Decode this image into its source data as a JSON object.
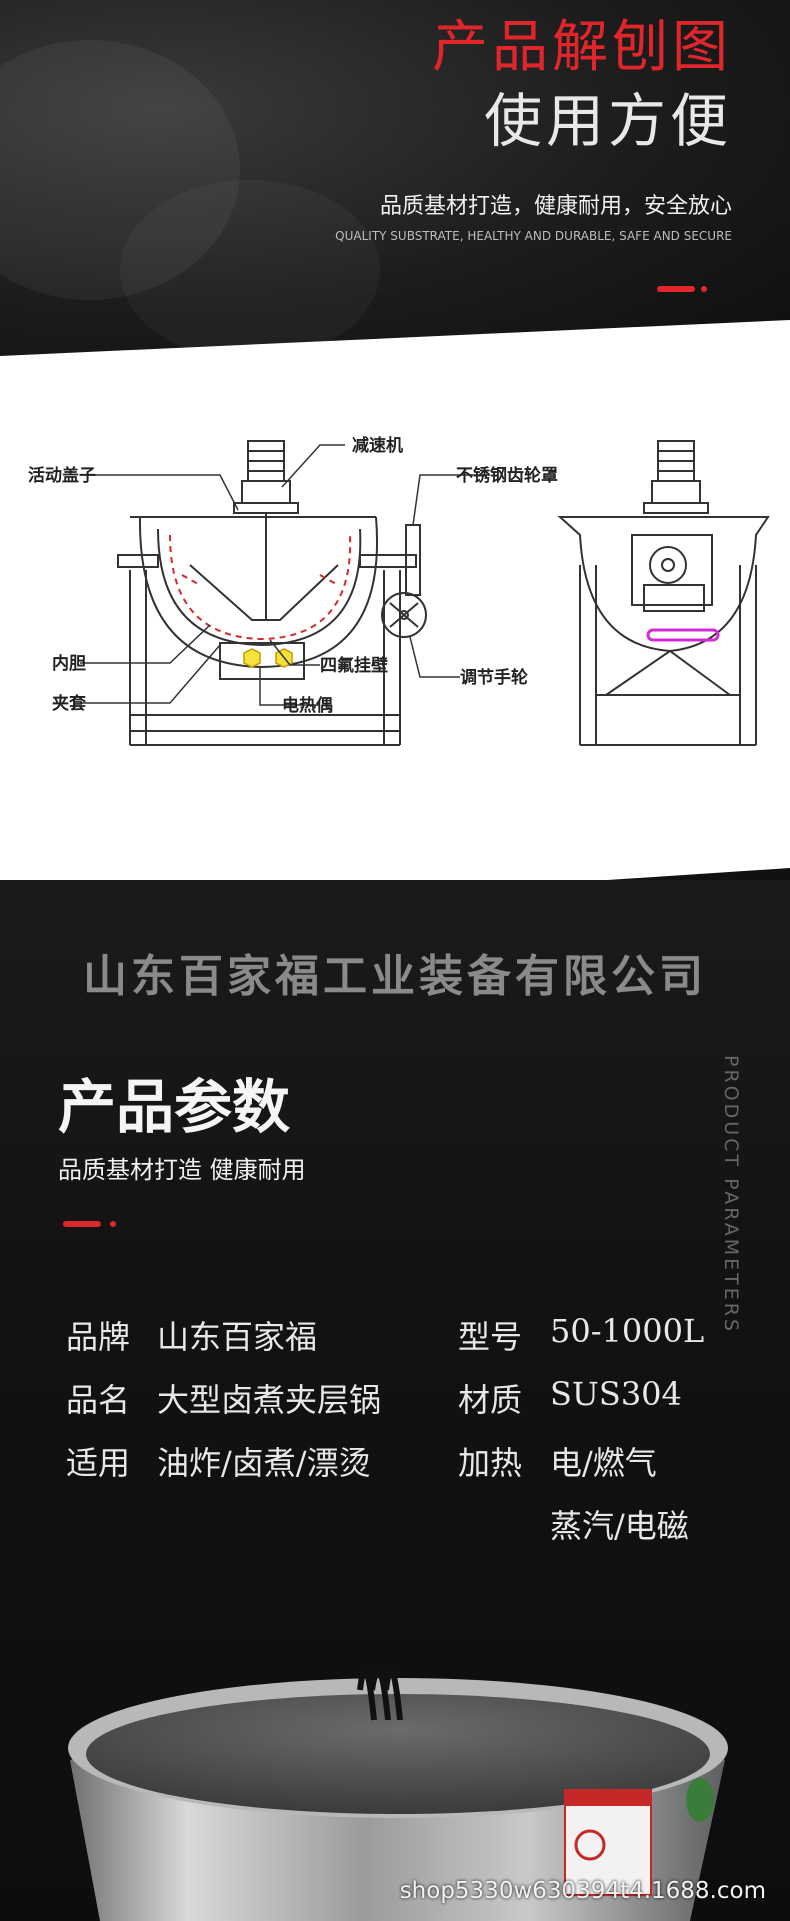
{
  "header": {
    "title_red": "产品解刨图",
    "title_white": "使用方便",
    "subtitle": "品质基材打造，健康耐用，安全放心",
    "subtitle_en": "QUALITY SUBSTRATE, HEALTHY AND DURABLE, SAFE AND SECURE"
  },
  "diagram": {
    "labels": {
      "lid": "活动盖子",
      "reducer": "减速机",
      "gear_cover": "不锈钢齿轮罩",
      "inner": "内胆",
      "jacket": "夹套",
      "ptfe": "四氟挂壁",
      "thermo": "电热偶",
      "handwheel": "调节手轮"
    }
  },
  "company": "山东百家福工业装备有限公司",
  "params": {
    "title": "产品参数",
    "subtitle": "品质基材打造 健康耐用",
    "vertical": "PRODUCT  PARAMETERS",
    "rows": [
      {
        "k1": "品牌",
        "v1": "山东百家福",
        "k2": "型号",
        "v2": "50-1000L"
      },
      {
        "k1": "品名",
        "v1": "大型卤煮夹层锅",
        "k2": "材质",
        "v2": "SUS304"
      },
      {
        "k1": "适用",
        "v1": "油炸/卤煮/漂烫",
        "k2": "加热",
        "v2": "电/燃气"
      },
      {
        "k1": "",
        "v1": "",
        "k2": "",
        "v2": "蒸汽/电磁"
      }
    ]
  },
  "watermark": "shop5330w630394t4.1688.com",
  "colors": {
    "accent": "#e0262b",
    "dark": "#121212"
  }
}
